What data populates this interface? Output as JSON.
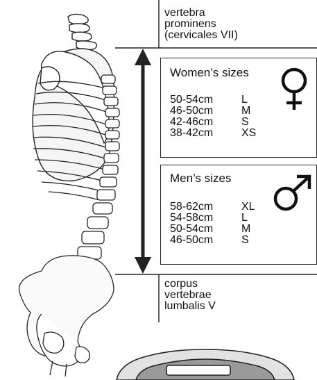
{
  "labels": {
    "top_landmark": [
      "vertebra",
      "prominens",
      "(cervicales VII)"
    ],
    "bottom_landmark": [
      "corpus",
      "vertebrae",
      "lumbalis V"
    ]
  },
  "women": {
    "title": "Women’s sizes",
    "symbol": "♀",
    "rows": [
      {
        "range": "50-54cm",
        "size": "L"
      },
      {
        "range": "46-50cm",
        "size": "M"
      },
      {
        "range": "42-46cm",
        "size": "S"
      },
      {
        "range": "38-42cm",
        "size": "XS"
      }
    ]
  },
  "men": {
    "title": "Men’s sizes",
    "symbol": "♂",
    "rows": [
      {
        "range": "58-62cm",
        "size": "XL"
      },
      {
        "range": "54-58cm",
        "size": "L"
      },
      {
        "range": "50-54cm",
        "size": "M"
      },
      {
        "range": "46-50cm",
        "size": "S"
      }
    ]
  }
}
